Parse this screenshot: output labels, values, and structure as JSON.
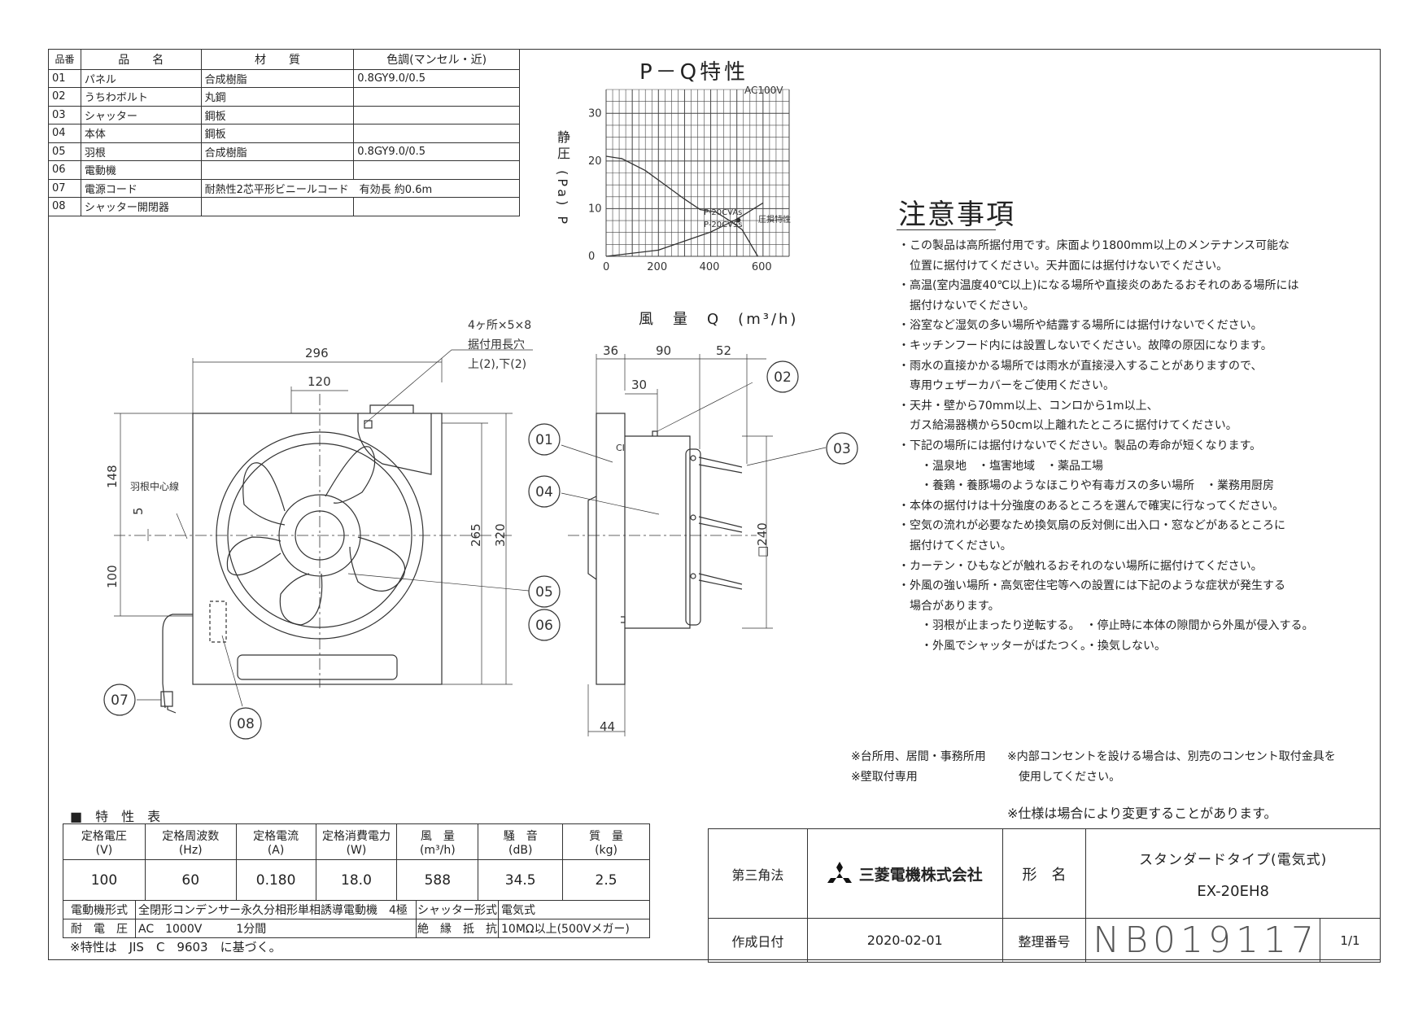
{
  "parts_table": {
    "headers": [
      "品番",
      "品　　名",
      "材　　質",
      "色調(マンセル・近)"
    ],
    "rows": [
      [
        "01",
        "パネル",
        "合成樹脂",
        "0.8GY9.0/0.5"
      ],
      [
        "02",
        "うちわボルト",
        "丸鋼",
        ""
      ],
      [
        "03",
        "シャッター",
        "鋼板",
        ""
      ],
      [
        "04",
        "本体",
        "鋼板",
        ""
      ],
      [
        "05",
        "羽根",
        "合成樹脂",
        "0.8GY9.0/0.5"
      ],
      [
        "06",
        "電動機",
        "",
        ""
      ],
      [
        "07",
        "電源コード",
        "耐熱性2芯平形ビニールコード　有効長 約0.6m",
        ""
      ],
      [
        "08",
        "シャッター開閉器",
        "",
        ""
      ]
    ]
  },
  "chart_data": {
    "type": "line",
    "title": "P－Q特性",
    "subtitle": "AC100V",
    "xlabel": "風　量　Q　(m³/h)",
    "ylabel": "静圧 (Pa) P",
    "xlim": [
      0,
      700
    ],
    "ylim": [
      0,
      35
    ],
    "x_ticks": [
      "0",
      "200",
      "400",
      "600"
    ],
    "y_ticks": [
      "0",
      "10",
      "20",
      "30"
    ],
    "grid": true,
    "series": [
      {
        "name": "P-20CVAs / P-20CVSs",
        "x": [
          0,
          60,
          150,
          250,
          300,
          360,
          420,
          480,
          520,
          580
        ],
        "y": [
          21,
          20.5,
          18,
          14,
          12,
          9.8,
          9.3,
          7.2,
          5.6,
          0
        ]
      },
      {
        "name": "圧損特性",
        "x": [
          0,
          200,
          400,
          500,
          600
        ],
        "y": [
          0,
          1.3,
          5.1,
          7.8,
          11.2
        ]
      }
    ],
    "annotations": [
      "P-20CVAs",
      "P-20CVSs",
      "圧損特性"
    ]
  },
  "notes": {
    "title": "注意事項",
    "lines": [
      "・この製品は高所据付用です。床面より1800mm以上のメンテナンス可能な",
      "　位置に据付けてください。天井面には据付けないでください。",
      "・高温(室内温度40℃以上)になる場所や直接炎のあたるおそれのある場所には",
      "　据付けないでください。",
      "・浴室など湿気の多い場所や結露する場所には据付けないでください。",
      "・キッチンフード内には設置しないでください。故障の原因になります。",
      "・雨水の直接かかる場所では雨水が直接浸入することがありますので、",
      "　専用ウェザーカバーをご使用ください。",
      "・天井・壁から70mm以上、コンロから1m以上、",
      "　ガス給湯器横から50cm以上離れたところに据付けてください。",
      "・下記の場所には据付けないでください。製品の寿命が短くなります。",
      "　　・温泉地　・塩害地域　・薬品工場",
      "　　・養鶏・養豚場のようなほこりや有毒ガスの多い場所　・業務用厨房",
      "・本体の据付けは十分強度のあるところを選んで確実に行なってください。",
      "・空気の流れが必要なため換気扇の反対側に出入口・窓などがあるところに",
      "　据付けてください。",
      "・カーテン・ひもなどが触れるおそれのない場所に据付けてください。",
      "・外風の強い場所・高気密住宅等への設置には下記のような症状が発生する",
      "　場合があります。",
      "　　・羽根が止まったり逆転する。　・停止時に本体の隙間から外風が侵入する。",
      "　　・外風でシャッターがばたつく。・換気しない。"
    ]
  },
  "usage": {
    "left": [
      "※台所用、居間・事務所用",
      "※壁取付専用"
    ],
    "right": [
      "※内部コンセントを設ける場合は、別売のコンセント取付金具を",
      "　使用してください。"
    ],
    "spec_change": "※仕様は場合により変更することがあります。"
  },
  "front_view": {
    "dims": [
      "296",
      "120",
      "148",
      "5",
      "100",
      "265",
      "320"
    ],
    "hole_note": [
      "4ヶ所×5×8",
      "据付用長穴",
      "上(2),下(2)"
    ],
    "center_label": "羽根中心線"
  },
  "side_view": {
    "dims": [
      "36",
      "90",
      "52",
      "30",
      "□240",
      "44"
    ],
    "mark": "CI"
  },
  "callouts": [
    "01",
    "02",
    "03",
    "04",
    "05",
    "06",
    "07",
    "08"
  ],
  "spec_table": {
    "title": "■　特　性　表",
    "headers": [
      [
        "定格電圧",
        "(V)"
      ],
      [
        "定格周波数",
        "(Hz)"
      ],
      [
        "定格電流",
        "(A)"
      ],
      [
        "定格消費電力",
        "(W)"
      ],
      [
        "風　量",
        "(m³/h)"
      ],
      [
        "騒　音",
        "(dB)"
      ],
      [
        "質　量",
        "(kg)"
      ]
    ],
    "values": [
      "100",
      "60",
      "0.180",
      "18.0",
      "588",
      "34.5",
      "2.5"
    ],
    "motor_label": "電動機形式",
    "motor_value": "全閉形コンデンサー永久分相形単相誘導電動機　4極",
    "shutter_label": "シャッター形式",
    "shutter_value": "電気式",
    "voltage_label": "耐　電　圧",
    "voltage_value": "AC　1000V　　　1分間",
    "insulation_label": "絶　縁　抵　抗",
    "insulation_value": "10MΩ以上(500Vメガー)",
    "footnote": "※特性は　JIS　C　9603　に基づく。"
  },
  "title_block": {
    "projection": "第三角法",
    "company": "三菱電機株式会社",
    "model_label": "形　名",
    "model_type": "スタンダードタイプ(電気式)",
    "model_name": "EX-20EH8",
    "date_label": "作成日付",
    "date": "2020-02-01",
    "number_label": "整理番号",
    "number": "NB019117",
    "sheet": "1/1"
  }
}
